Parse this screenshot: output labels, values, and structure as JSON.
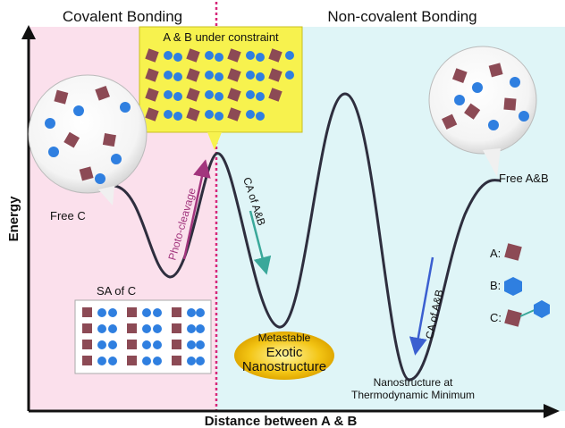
{
  "header": {
    "left_title": "Covalent Bonding",
    "right_title": "Non-covalent Bonding"
  },
  "axes": {
    "y_label": "Energy",
    "x_label": "Distance between A & B"
  },
  "boxes": {
    "constraint_title": "A & B under constraint"
  },
  "labels": {
    "free_c": "Free C",
    "free_ab": "Free A&B",
    "sa_of_c": "SA of C",
    "photo_cleavage": "Photo-cleavage",
    "ca_ab_1": "CA of A&B",
    "ca_ab_2": "CA of A&B",
    "metastable": "Metastable",
    "exotic_line1": "Exotic",
    "exotic_line2": "Nanostructure",
    "thermo_line1": "Nanostructure at",
    "thermo_line2": "Thermodynamic Minimum"
  },
  "legend": {
    "a": "A:",
    "b": "B:",
    "c": "C:"
  },
  "colors": {
    "covalent_bg": "#fbe0ec",
    "noncovalent_bg": "#dff5f7",
    "constraint_box": "#f7f24e",
    "divider": "#d6287a",
    "curve": "#2e2e3e",
    "cube_a": "#8c4a55",
    "cube_b": "#2f7fe0",
    "exotic_glow": "#f3c515",
    "photo_arrow": "#a2357d",
    "ca_arrow_1": "#3aa89a",
    "ca_arrow_2": "#3b5fd0"
  }
}
